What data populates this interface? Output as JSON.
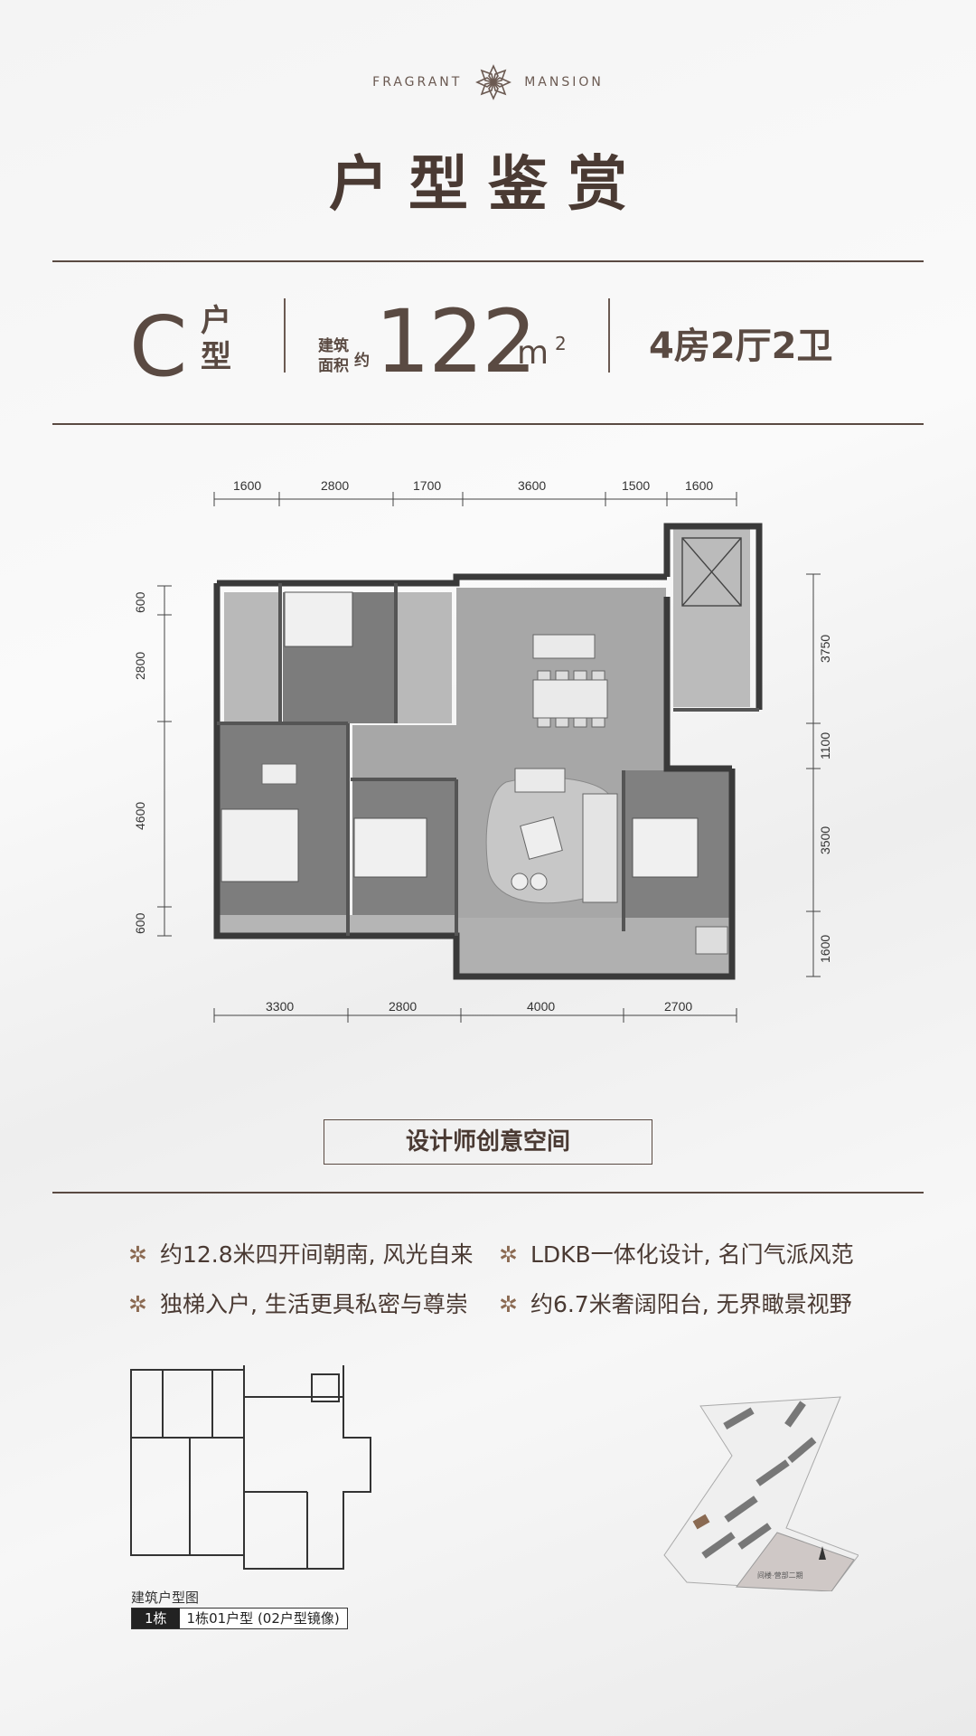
{
  "brand": {
    "left": "FRAGRANT",
    "right": "MANSION"
  },
  "page_title": "户型鉴赏",
  "unit": {
    "letter": "C",
    "type_label": "户型",
    "area_label": "建筑面积",
    "area_prefix": "约",
    "area_value": "122",
    "area_unit": "m",
    "area_sup": "2",
    "rooms": "4房2厅2卫"
  },
  "dimensions": {
    "top": [
      "1600",
      "2800",
      "1700",
      "3600",
      "1500",
      "1600"
    ],
    "bottom": [
      "3300",
      "2800",
      "4000",
      "2700"
    ],
    "left": [
      "600",
      "2800",
      "4600",
      "600"
    ],
    "right": [
      "3750",
      "1100",
      "3500",
      "1600"
    ]
  },
  "creative_label": "设计师创意空间",
  "features": [
    "约12.8米四开间朝南, 风光自来",
    "LDKB一体化设计, 名门气派风范",
    "独梯入户, 生活更具私密与尊崇",
    "约6.7米奢阔阳台, 无界瞰景视野"
  ],
  "mini_plan": {
    "label": "建筑户型图",
    "building": "1栋",
    "desc": "1栋01户型 (02户型镜像)"
  },
  "site_plan": {
    "note": "间楼·营部二期"
  },
  "colors": {
    "accent": "#5a4a42",
    "floor_gray": "#a9a9a9",
    "floor_dark": "#7f7f7f"
  }
}
